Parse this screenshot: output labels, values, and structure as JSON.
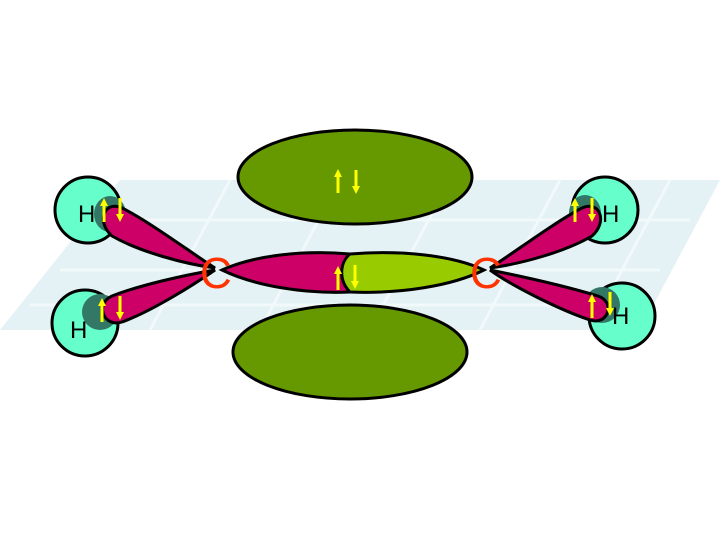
{
  "atoms": {
    "hydrogen_top_left": "H",
    "hydrogen_bottom_left": "H",
    "hydrogen_top_right": "H",
    "hydrogen_bottom_right": "H",
    "carbon_left": "C",
    "carbon_right": "C"
  },
  "electron_pair_symbol": {
    "up": "↑",
    "down": "↓"
  },
  "colors": {
    "sp2_lobe": "#cc0066",
    "pi_lobe": "#669900",
    "sigma_cc_light": "#99cc00",
    "hydrogen_s": "#66ffcc",
    "carbon_label": "#ff3300",
    "electron_arrow": "#ffff00",
    "molecular_plane": "#cfe6ee"
  }
}
